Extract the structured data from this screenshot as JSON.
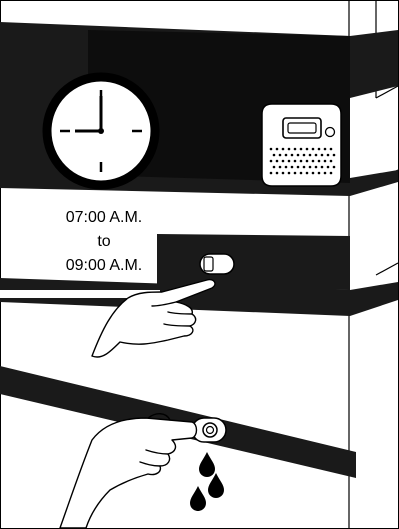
{
  "schedule": {
    "start_time": "07:00 A.M.",
    "connector": "to",
    "end_time": "09:00 A.M."
  },
  "colors": {
    "ink": "#000000",
    "paper": "#ffffff",
    "dark_band": "#1a1a1a"
  },
  "icons": {
    "clock": "clock-icon",
    "display_panel": "display-panel-icon",
    "switch": "switch-icon",
    "drain_valve": "drain-valve-icon",
    "water_drops": "water-drop-icon"
  }
}
